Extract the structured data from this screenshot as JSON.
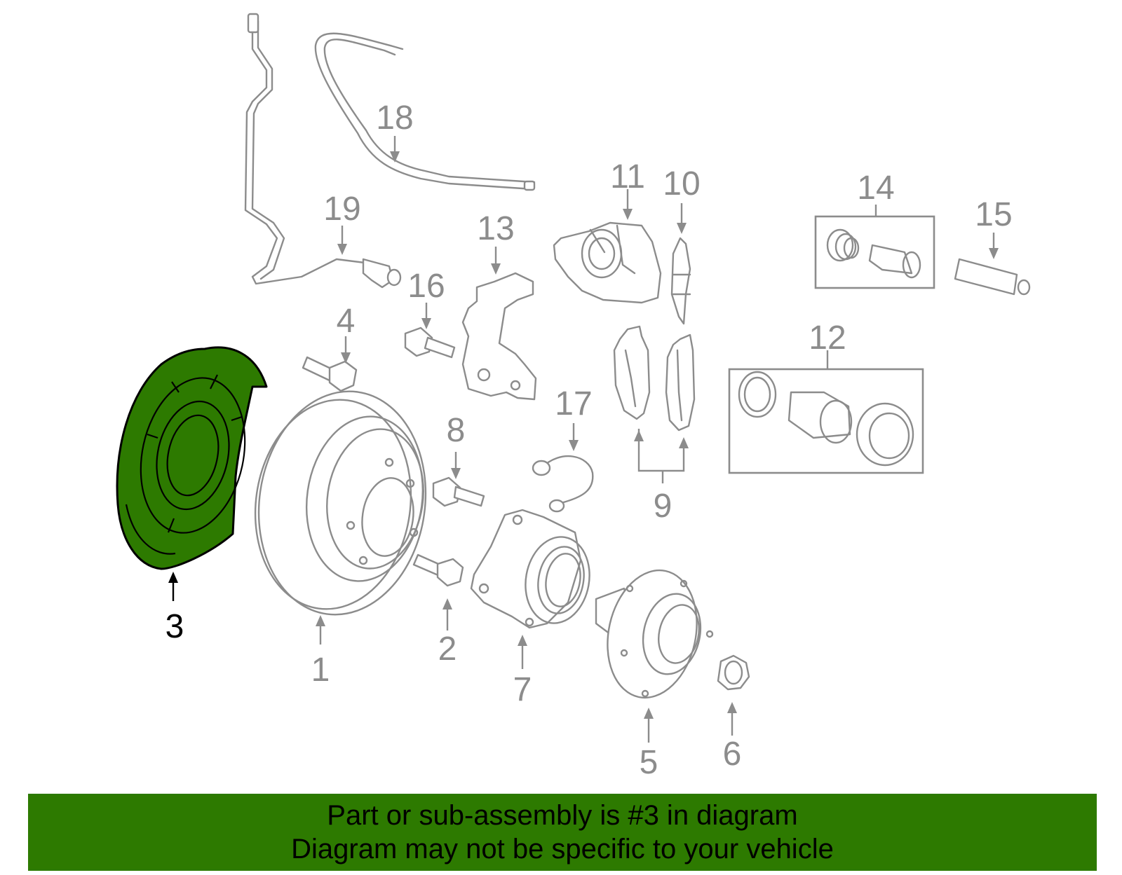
{
  "highlighted_part": "3",
  "colors": {
    "highlight": "#2d7a00",
    "parts": "#8c8c8c",
    "active_label": "#000000"
  },
  "callouts": {
    "c1": "1",
    "c2": "2",
    "c3": "3",
    "c4": "4",
    "c5": "5",
    "c6": "6",
    "c7": "7",
    "c8": "8",
    "c9": "9",
    "c10": "10",
    "c11": "11",
    "c12": "12",
    "c13": "13",
    "c14": "14",
    "c15": "15",
    "c16": "16",
    "c17": "17",
    "c18": "18",
    "c19": "19"
  },
  "banner": {
    "line1": "Part or sub-assembly is #3 in diagram",
    "line2": "Diagram may not be specific to your vehicle"
  }
}
